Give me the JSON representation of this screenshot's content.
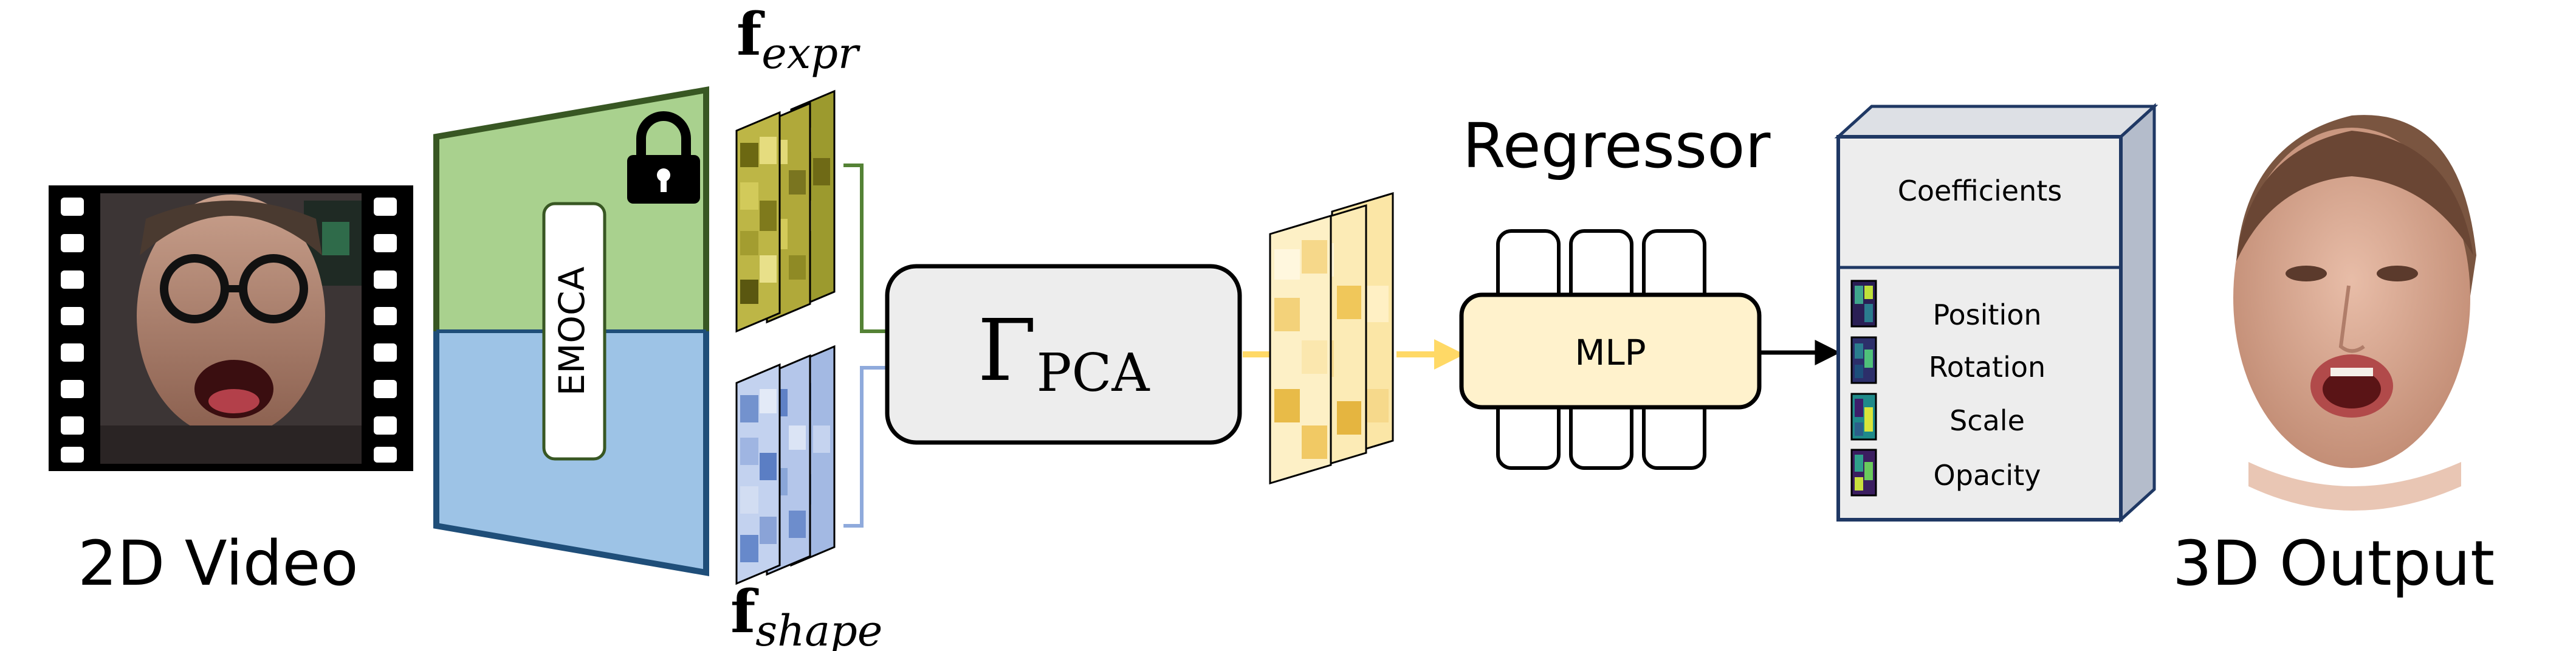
{
  "input": {
    "label": "2D Video",
    "image": "face-video-frame"
  },
  "encoder": {
    "label": "EMOCA",
    "lock_icon": "lock-icon",
    "colors": {
      "expression": "#a9d18e",
      "shape": "#9dc3e6",
      "border": "#385723"
    }
  },
  "features": {
    "expr": {
      "symbol": "f",
      "subscript": "expr",
      "color": "#b8b13a"
    },
    "shape": {
      "symbol": "f",
      "subscript": "shape",
      "color": "#8aa6d8"
    }
  },
  "pca": {
    "symbol": "Γ",
    "subscript": "PCA"
  },
  "regressor": {
    "title": "Regressor",
    "label": "MLP"
  },
  "coefficients": {
    "title": "Coefficients",
    "items": [
      {
        "label": "Position"
      },
      {
        "label": "Rotation"
      },
      {
        "label": "Scale"
      },
      {
        "label": "Opacity"
      }
    ]
  },
  "output": {
    "label": "3D Output",
    "image": "rendered-3d-face"
  },
  "colors": {
    "green_line": "#548235",
    "blue_line": "#8faadc",
    "yellow_arrow": "#ffd966",
    "mlp_fill": "#fff2cc",
    "box_fill": "#ededed"
  }
}
